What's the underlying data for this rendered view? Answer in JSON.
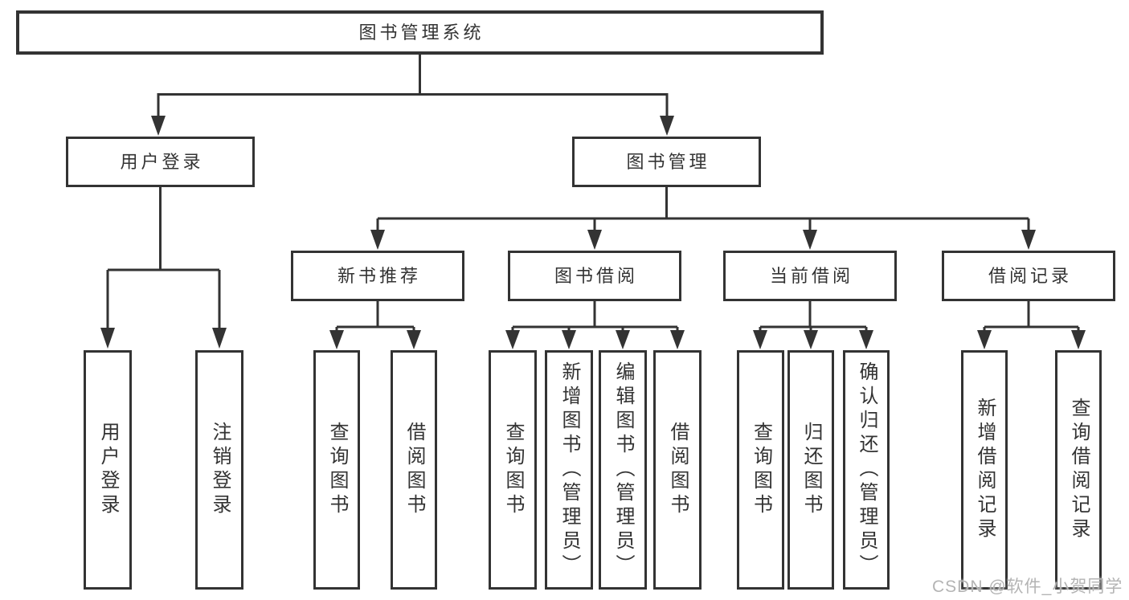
{
  "title": "图书管理系统",
  "tree": {
    "label": "图书管理系统",
    "children": [
      {
        "label": "用户登录",
        "children": [
          {
            "label": "用户登录"
          },
          {
            "label": "注销登录"
          }
        ]
      },
      {
        "label": "图书管理",
        "children": [
          {
            "label": "新书推荐",
            "children": [
              {
                "label": "查询图书"
              },
              {
                "label": "借阅图书"
              }
            ]
          },
          {
            "label": "图书借阅",
            "children": [
              {
                "label": "查询图书"
              },
              {
                "label": "新增图书（管理员）"
              },
              {
                "label": "编辑图书（管理员）"
              },
              {
                "label": "借阅图书"
              }
            ]
          },
          {
            "label": "当前借阅",
            "children": [
              {
                "label": "查询图书"
              },
              {
                "label": "归还图书"
              },
              {
                "label": "确认归还（管理员）"
              }
            ]
          },
          {
            "label": "借阅记录",
            "children": [
              {
                "label": "新增借阅记录"
              },
              {
                "label": "查询借阅记录"
              }
            ]
          }
        ]
      }
    ]
  },
  "watermark": {
    "text": "CSDN @软件_小贺同学"
  },
  "colors": {
    "line": "#333333",
    "box_border": "#333333",
    "box_background": "#ffffff",
    "text": "#333333",
    "watermark": "#b4b4b4",
    "page_background": "#ffffff"
  }
}
